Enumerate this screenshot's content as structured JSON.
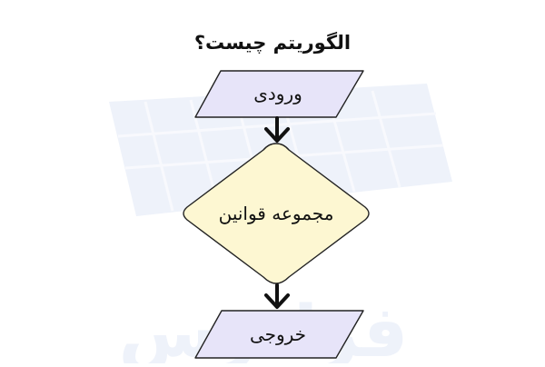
{
  "title": "الگوریتم چیست؟",
  "watermark_text": "فرادرس",
  "nodes": {
    "input": {
      "shape": "parallelogram",
      "label": "ورودی"
    },
    "process": {
      "shape": "diamond",
      "label": "مجموعه قوانین"
    },
    "output": {
      "shape": "parallelogram",
      "label": "خروجی"
    }
  },
  "edges": [
    {
      "from": "input",
      "to": "process"
    },
    {
      "from": "process",
      "to": "output"
    }
  ],
  "colors": {
    "parallelogram_fill": "#e7e4f9",
    "diamond_fill": "#fdf7d2",
    "stroke": "#222222",
    "arrow": "#111111",
    "watermark": "#eef2fa"
  }
}
